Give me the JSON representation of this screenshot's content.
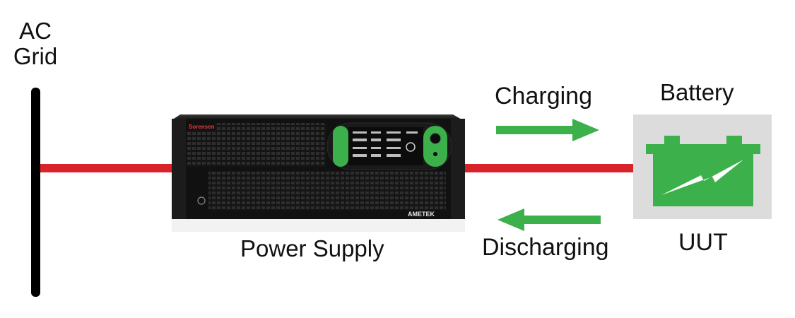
{
  "ac_grid": {
    "line1": "AC",
    "line2": "Grid"
  },
  "power_supply": {
    "label": "Power Supply",
    "brand": "Sorensen",
    "maker": "AMETEK"
  },
  "flow": {
    "charging": "Charging",
    "discharging": "Discharging"
  },
  "battery": {
    "title": "Battery",
    "caption": "UUT"
  },
  "colors": {
    "wire": "#d8232a",
    "arrow": "#3cb04a",
    "battery_fill": "#3cb04a",
    "battery_box": "#dcdcdc",
    "grid_bar": "#000000"
  }
}
